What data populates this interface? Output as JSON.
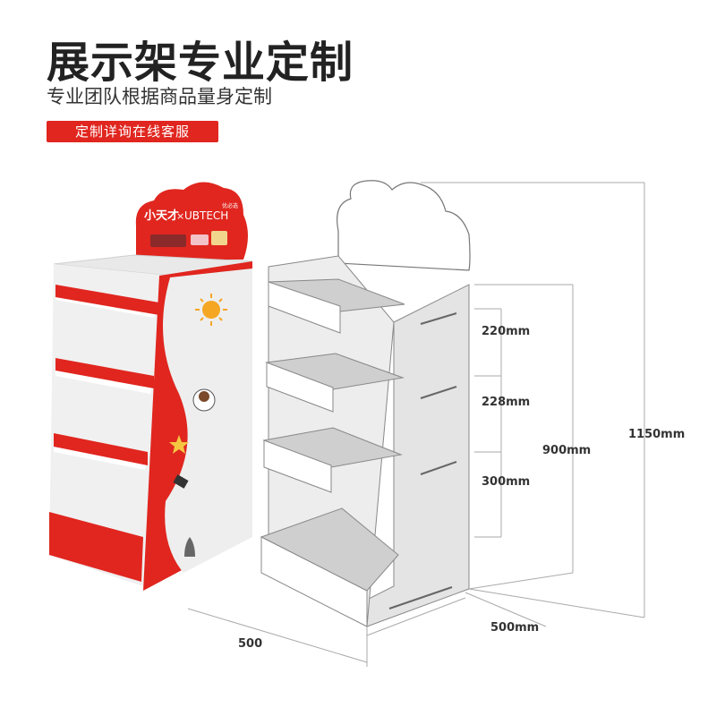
{
  "header": {
    "title": "展示架专业定制",
    "subtitle": "专业团队根据商品量身定制",
    "cta_label": "定制详询在线客服"
  },
  "brand": {
    "left_logo": "小天才",
    "separator": "×",
    "right_logo": "UBTECH",
    "small_mark": "优必选"
  },
  "dimensions": {
    "shelf_gap_1": "220mm",
    "shelf_gap_2": "228mm",
    "shelf_gap_3": "300mm",
    "shelf_height": "900mm",
    "total_height": "1150mm",
    "depth": "500mm",
    "width": "500"
  },
  "colors": {
    "brand_red": "#e0261f",
    "panel_grey": "#d9d9d9",
    "white": "#ffffff"
  }
}
